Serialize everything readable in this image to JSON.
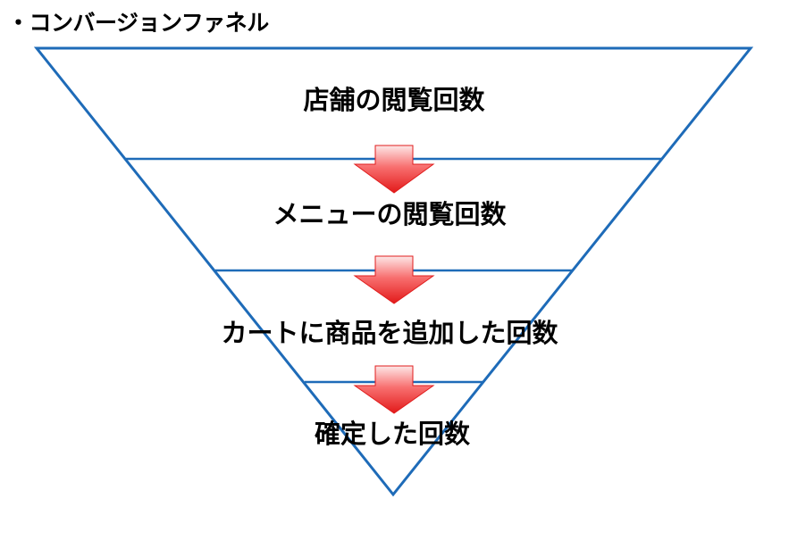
{
  "diagram": {
    "title": "・コンバージョンファネル",
    "stages": [
      {
        "label": "店舗の閲覧回数"
      },
      {
        "label": "メニューの閲覧回数"
      },
      {
        "label": "カートに商品を追加した回数"
      },
      {
        "label": "確定した回数"
      }
    ],
    "colors": {
      "outline": "#1e6bb8",
      "arrow_top": "#fde8e8",
      "arrow_mid": "#f87070",
      "arrow_bottom": "#e21a1a",
      "arrow_stroke": "#e01c1c",
      "text": "#000000"
    }
  }
}
